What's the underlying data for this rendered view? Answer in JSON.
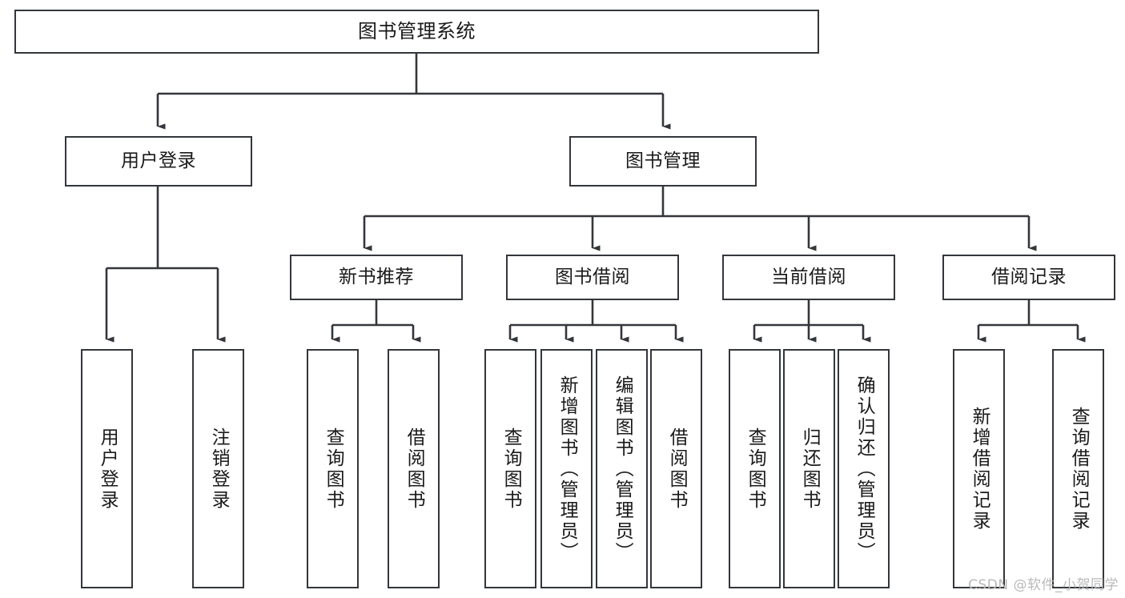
{
  "diagram": {
    "title": "图书管理系统",
    "type": "tree-hierarchy-diagram",
    "root": {
      "label": "图书管理系统"
    },
    "level1": [
      {
        "label": "用户登录"
      },
      {
        "label": "图书管理"
      }
    ],
    "level2": [
      {
        "label": "新书推荐"
      },
      {
        "label": "图书借阅"
      },
      {
        "label": "当前借阅"
      },
      {
        "label": "借阅记录"
      }
    ],
    "leaves": {
      "user_login": [
        {
          "label": "用户登录"
        },
        {
          "label": "注销登录"
        }
      ],
      "new_book_recommend": [
        {
          "label": "查询图书"
        },
        {
          "label": "借阅图书"
        }
      ],
      "book_borrow": [
        {
          "label": "查询图书"
        },
        {
          "label": "新增图书（管理员）"
        },
        {
          "label": "编辑图书（管理员）"
        },
        {
          "label": "借阅图书"
        }
      ],
      "current_borrow": [
        {
          "label": "查询图书"
        },
        {
          "label": "归还图书"
        },
        {
          "label": "确认归还（管理员）"
        }
      ],
      "borrow_record": [
        {
          "label": "新增借阅记录"
        },
        {
          "label": "查询借阅记录"
        }
      ]
    }
  },
  "watermark": {
    "text": "CSDN @软件_小贺同学"
  },
  "colors": {
    "border": "#33363b",
    "text": "#1a1a1a",
    "background": "#ffffff",
    "watermark": "#b9b9b9"
  }
}
